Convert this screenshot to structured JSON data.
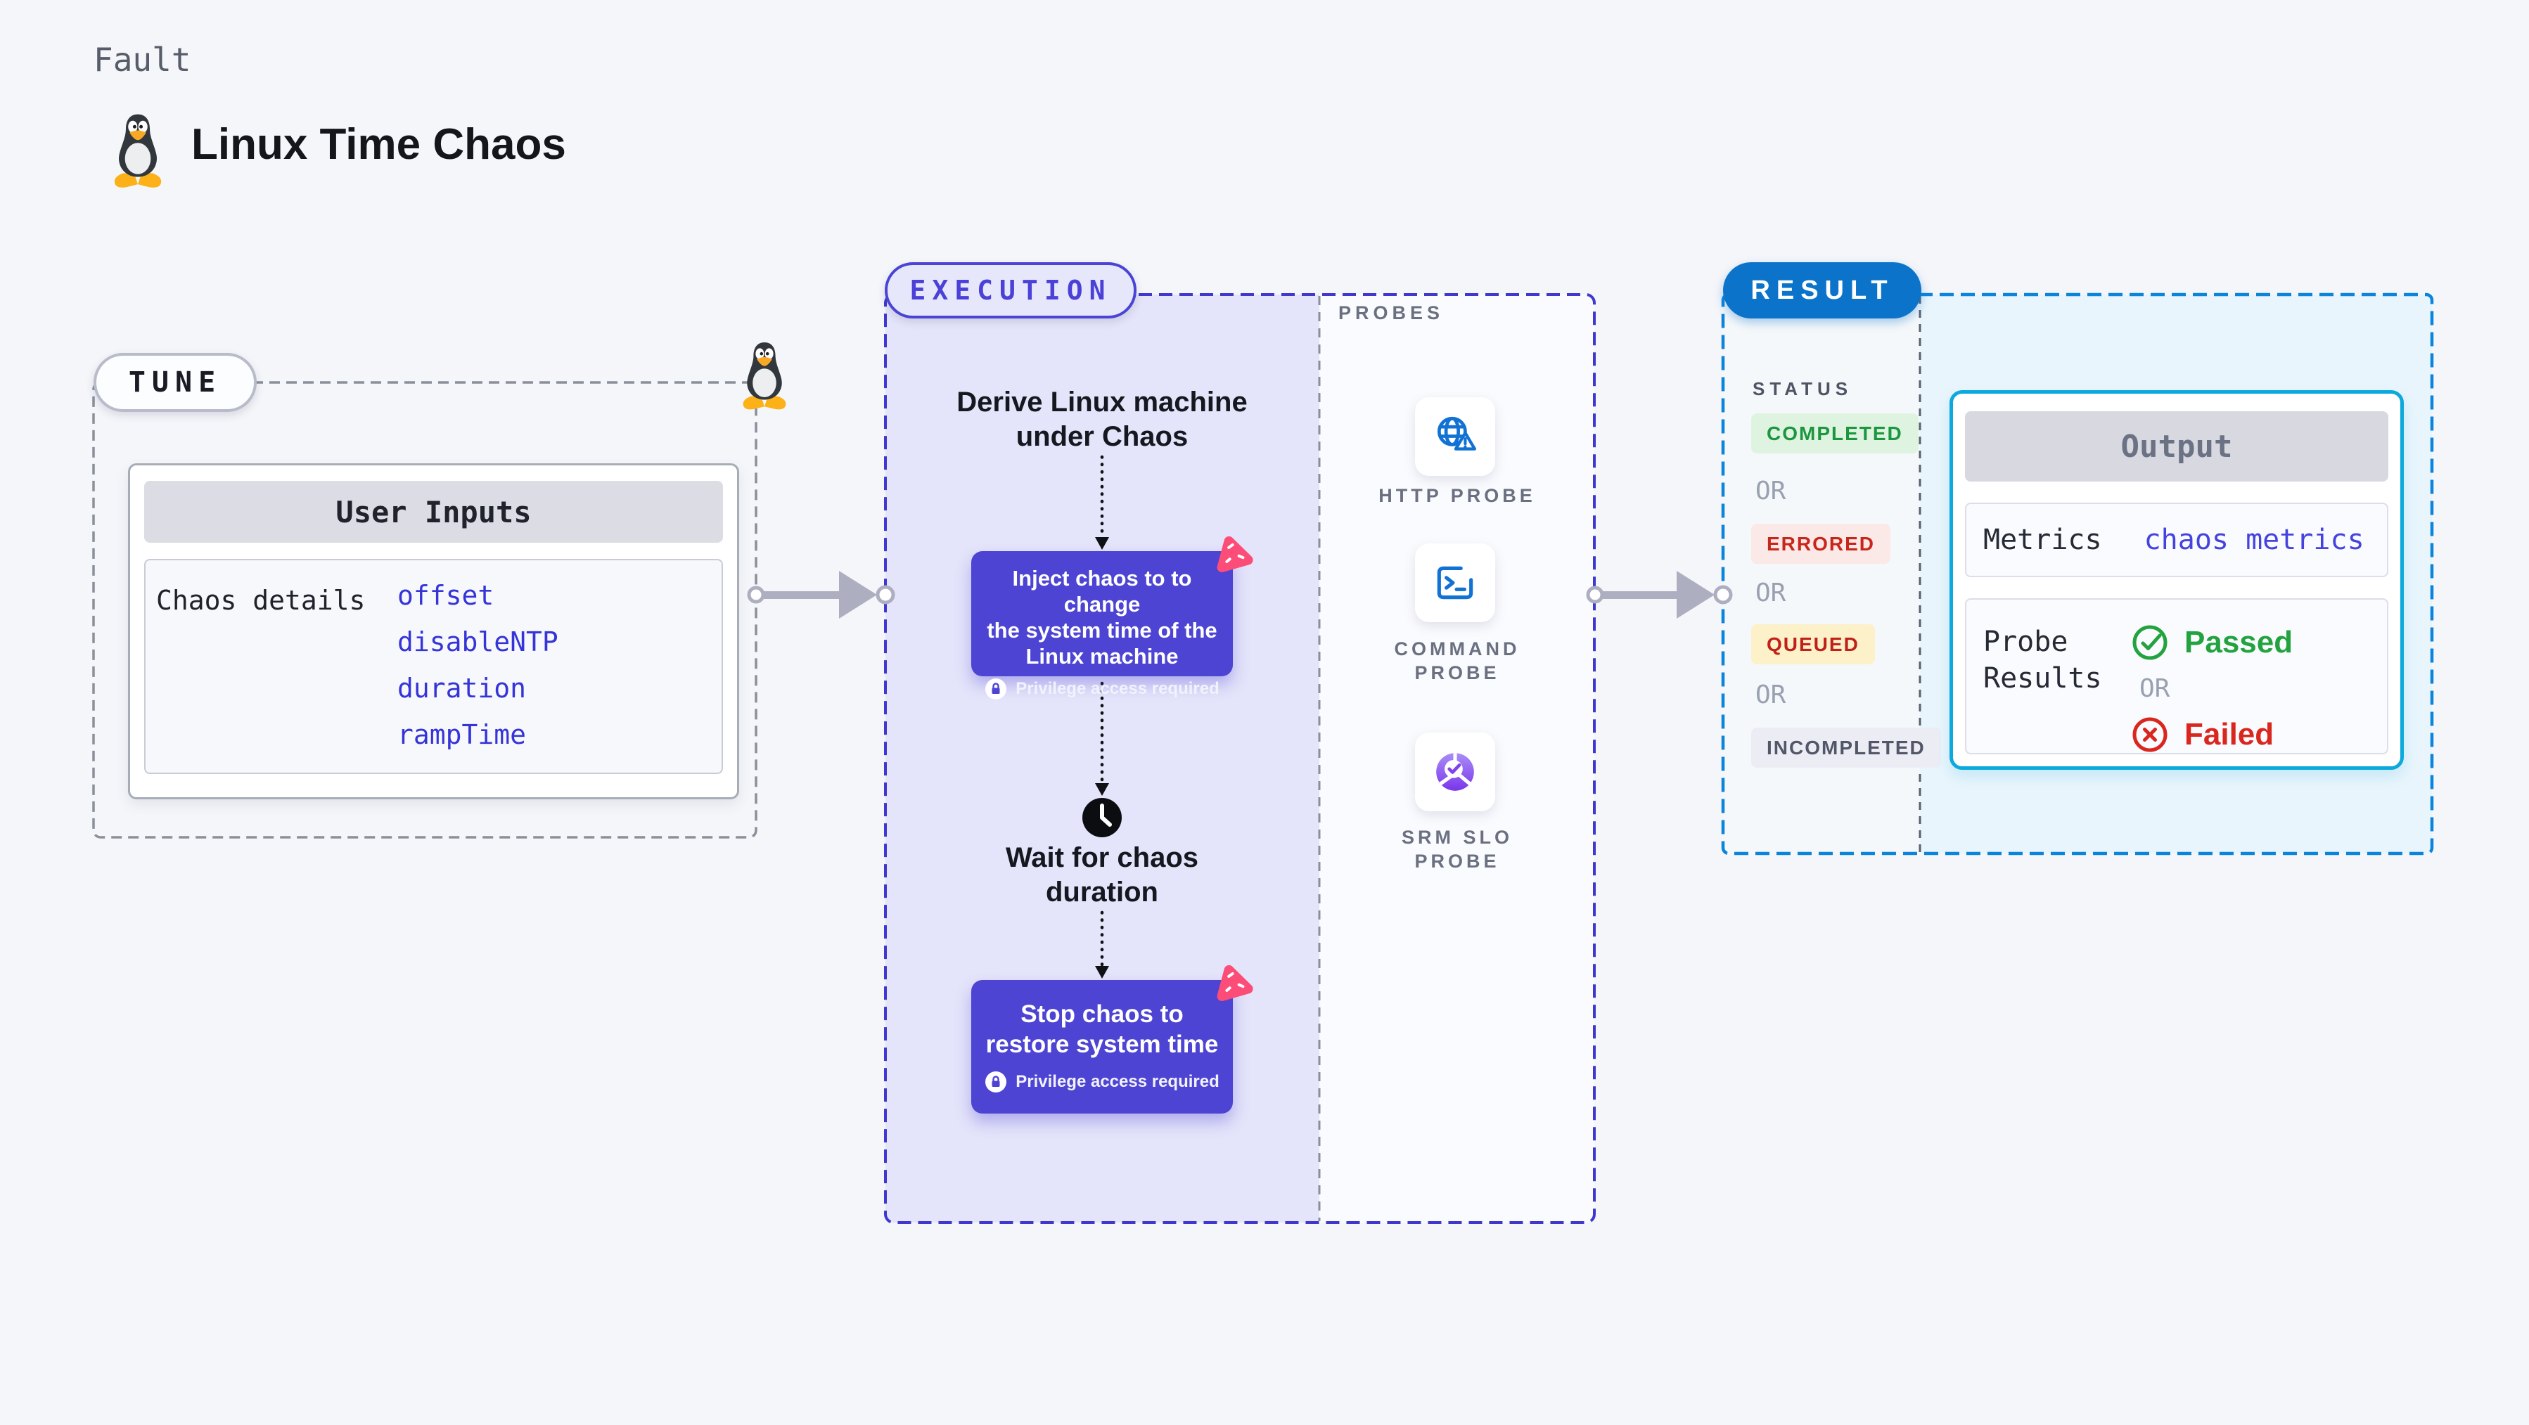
{
  "colors": {
    "accent_indigo": "#4D44D3",
    "accent_pink": "#FB4D78",
    "result_blue": "#0B74CA",
    "output_cyan": "#0CA9DC",
    "link_blue": "#3534D8",
    "success_green": "#1D9640",
    "error_red": "#C8261B",
    "probe_icon_blue": "#1272D4",
    "srm_purple": "#8243EE",
    "execution_fill": "#E4E4FA"
  },
  "header": {
    "fault_label": "Fault",
    "title": "Linux Time Chaos",
    "tux_icon": "tux-penguin-icon"
  },
  "tune": {
    "label": "TUNE",
    "card_header": "User Inputs",
    "row_label": "Chaos details",
    "inputs": [
      "offset",
      "disableNTP",
      "duration",
      "rampTime"
    ]
  },
  "execution": {
    "label": "EXECUTION",
    "derive_lines": [
      "Derive Linux machine",
      "under Chaos"
    ],
    "inject_lines": [
      "Inject chaos to to change",
      "the system time of the",
      "Linux machine"
    ],
    "wait_lines": [
      "Wait for chaos",
      "duration"
    ],
    "stop_lines": [
      "Stop chaos to",
      "restore system time"
    ],
    "privilege_note": "Privilege access required"
  },
  "probes": {
    "label": "PROBES",
    "items": [
      {
        "icon": "globe-warning-icon",
        "label_lines": [
          "HTTP PROBE",
          ""
        ]
      },
      {
        "icon": "terminal-icon",
        "label_lines": [
          "COMMAND",
          "PROBE"
        ]
      },
      {
        "icon": "slo-pie-check-icon",
        "label_lines": [
          "SRM SLO",
          "PROBE"
        ]
      }
    ]
  },
  "result": {
    "label": "RESULT",
    "status_header": "STATUS",
    "or_label": "OR",
    "statuses": [
      {
        "label": "COMPLETED",
        "type": "completed"
      },
      {
        "label": "ERRORED",
        "type": "errored"
      },
      {
        "label": "QUEUED",
        "type": "queued"
      },
      {
        "label": "INCOMPLETED",
        "type": "incompleted"
      }
    ],
    "output": {
      "header": "Output",
      "metrics_label": "Metrics",
      "metrics_value": "chaos metrics",
      "probe_results_label": "Probe Results",
      "passed_label": "Passed",
      "or_label": "OR",
      "failed_label": "Failed"
    }
  }
}
